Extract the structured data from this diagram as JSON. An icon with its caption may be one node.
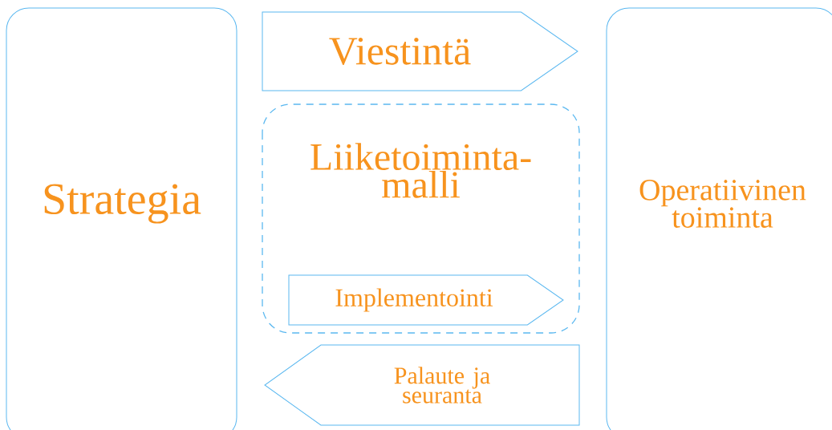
{
  "diagram": {
    "nodes": [
      {
        "text": [
          "Strategia"
        ]
      },
      {
        "text": [
          "Viestintä"
        ]
      },
      {
        "text": [
          "Liiketoiminta-malli"
        ]
      },
      {
        "text": [
          "Implementointi"
        ],
        "in": 2
      },
      {
        "text": [
          "Palaute ja seuranta"
        ]
      },
      {
        "text": [
          "Operatiivinen toiminta"
        ]
      }
    ]
  }
}
